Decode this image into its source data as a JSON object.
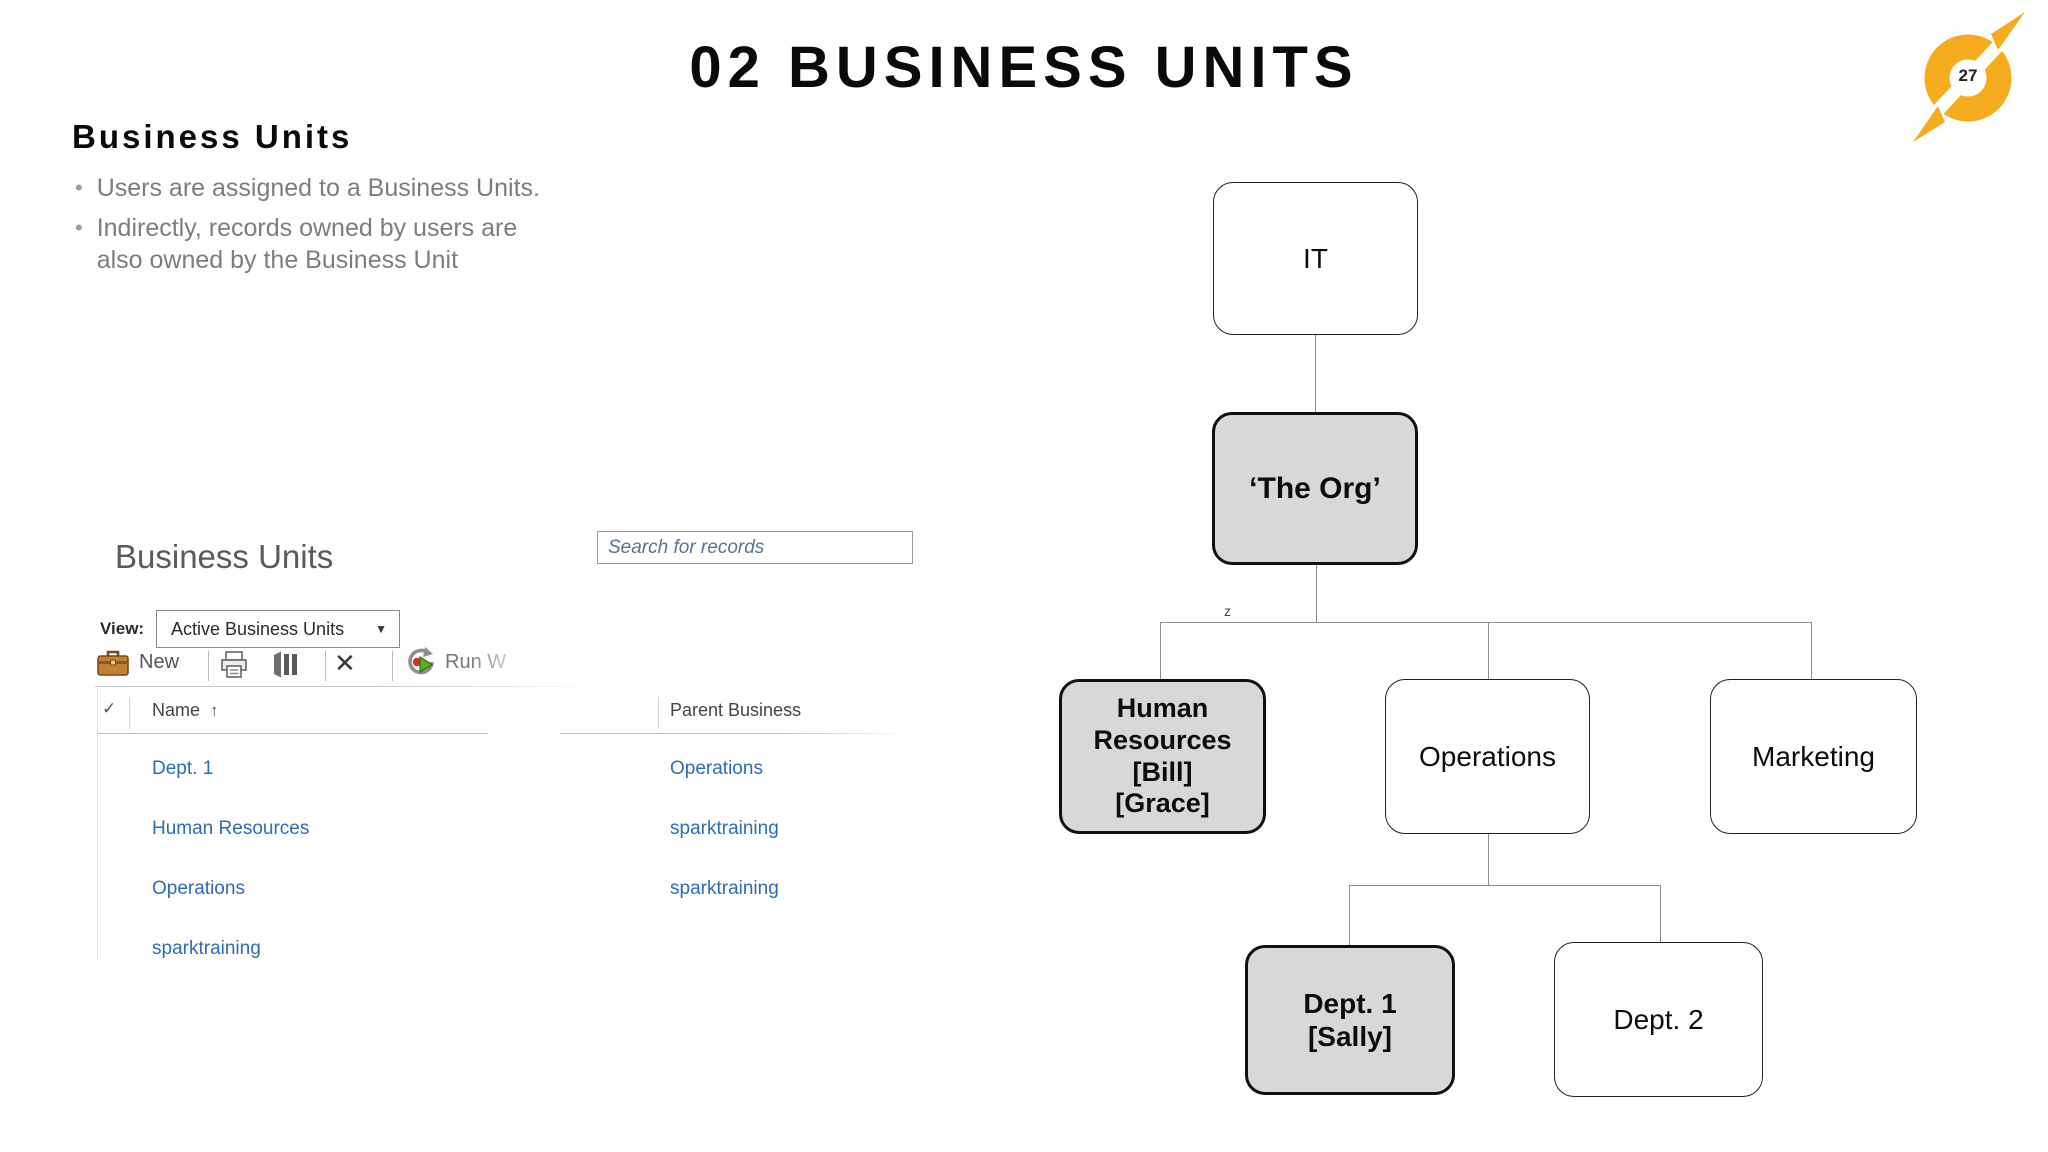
{
  "slide": {
    "title": "02 BUSINESS UNITS",
    "page_number": "27",
    "heading": "Business Units",
    "bullets": [
      "Users are assigned to a Business Units.",
      "Indirectly, records owned by users are\nalso owned by the Business Unit"
    ]
  },
  "icons": {
    "bullet": "•",
    "dropdown_arrow": "▼",
    "check": "✓",
    "sort_asc": "↑",
    "delete": "✕"
  },
  "colors": {
    "logo_amber": "#F5AC1E",
    "link_blue": "#2f6bb3",
    "bullet_gray": "#7d7d7d",
    "box_gray_fill": "#d8d8d8",
    "connector_gray": "#8c8c8c"
  },
  "crm": {
    "list_title": "Business Units",
    "search_placeholder": "Search for records",
    "view_label": "View:",
    "view_value": "Active Business Units",
    "toolbar": {
      "new_label": "New",
      "run_label": "Run W"
    },
    "table": {
      "name_header": "Name",
      "parent_header": "Parent Business",
      "rows": [
        {
          "name": "Dept. 1",
          "parent": "Operations"
        },
        {
          "name": "Human Resources",
          "parent": "sparktraining"
        },
        {
          "name": "Operations",
          "parent": "sparktraining"
        },
        {
          "name": "sparktraining",
          "parent": ""
        }
      ]
    }
  },
  "org_chart": {
    "connector_label": "z",
    "boxes": [
      {
        "label": "IT"
      },
      {
        "label": "‘The Org’"
      },
      {
        "label": "Human\nResources\n[Bill]\n[Grace]"
      },
      {
        "label": "Operations"
      },
      {
        "label": "Marketing"
      },
      {
        "label": "Dept. 1\n[Sally]"
      },
      {
        "label": "Dept. 2"
      }
    ]
  }
}
